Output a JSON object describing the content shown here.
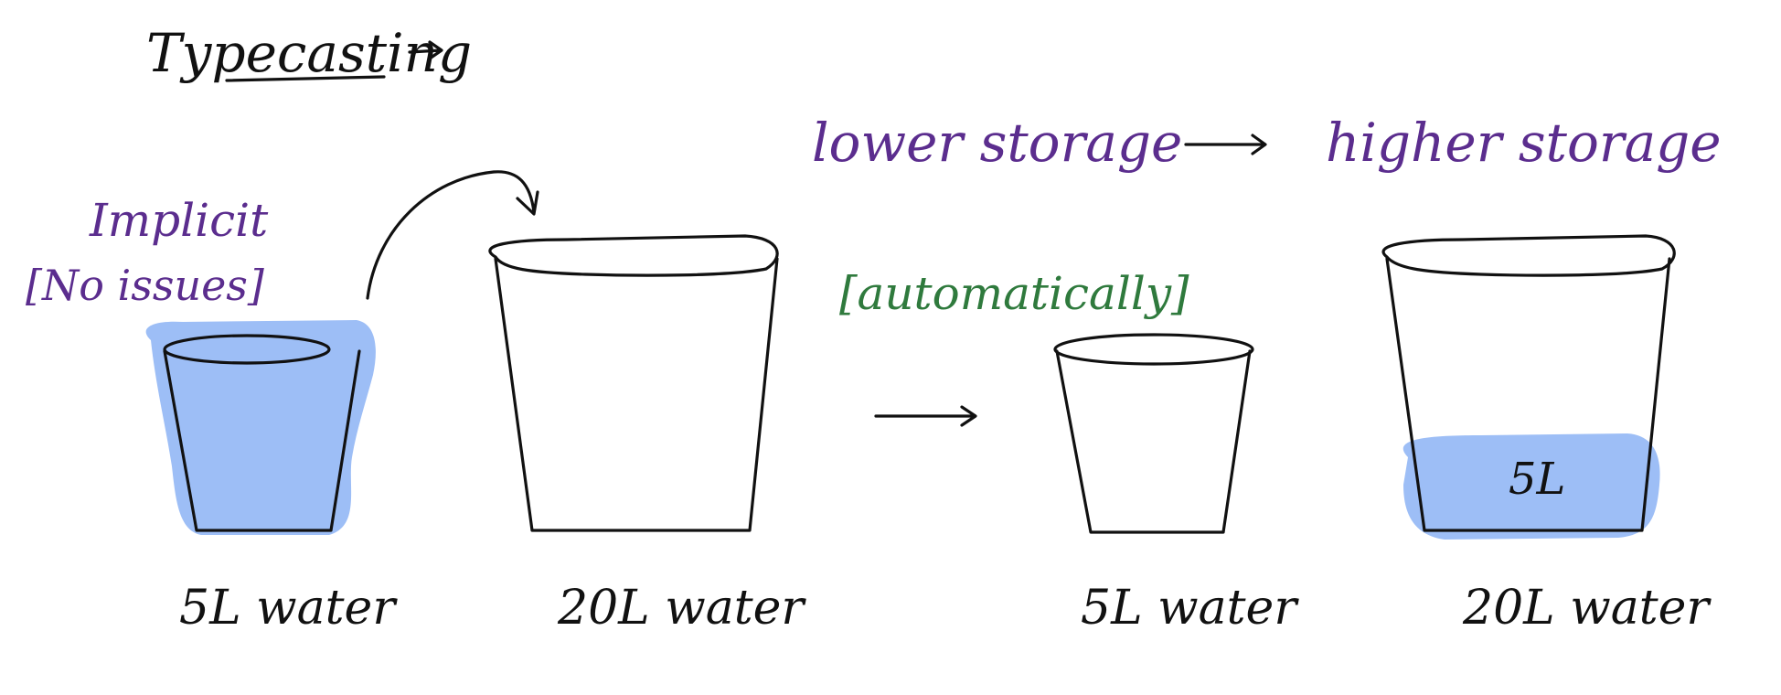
{
  "title": "Typecasting",
  "flow_top": {
    "from": "lower storage",
    "to": "higher storage"
  },
  "implicit": {
    "label": "Implicit",
    "note": "[No issues]"
  },
  "automatic_note": "[automatically]",
  "left_group": {
    "small_bucket_label": "5L water",
    "big_bucket_label": "20L water"
  },
  "right_group": {
    "small_bucket_label": "5L water",
    "big_bucket_label": "20L water",
    "water_amount_label": "5L"
  },
  "colors": {
    "ink": "#111111",
    "purple": "#5b2d8e",
    "green": "#2f7a3d",
    "water": "#9dbef6"
  }
}
